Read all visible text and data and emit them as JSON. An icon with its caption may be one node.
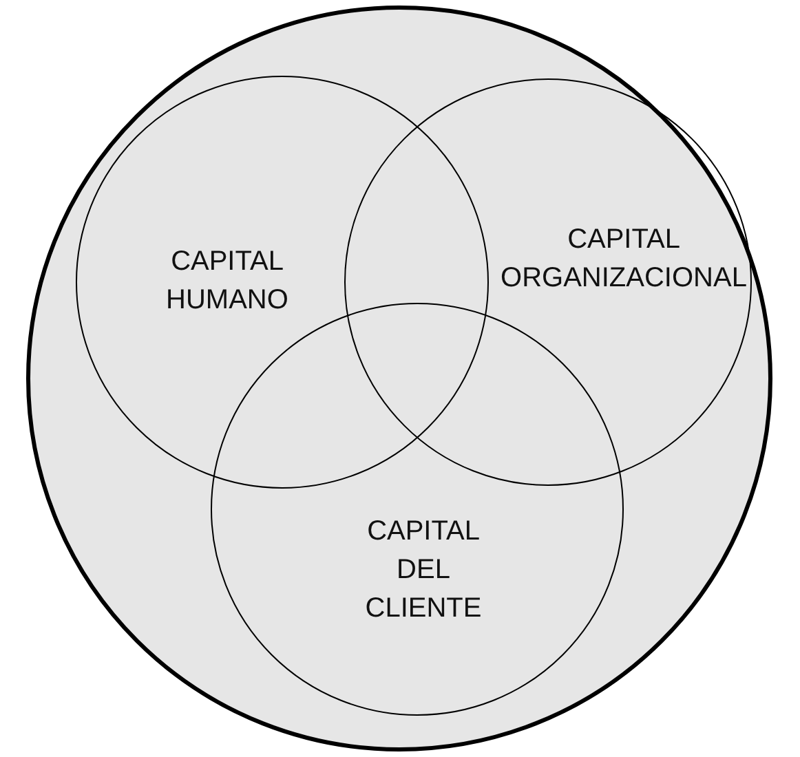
{
  "diagram": {
    "nodes": [
      {
        "text": [],
        "shape": "circle"
      },
      {
        "text": [
          "CAPITAL HUMANO"
        ],
        "in": 0
      },
      {
        "text": [
          "CAPITAL ORGANIZACIONAL"
        ],
        "in": 0
      },
      {
        "text": [
          "CAPITAL DEL CLIENTE"
        ],
        "in": 0
      }
    ]
  }
}
